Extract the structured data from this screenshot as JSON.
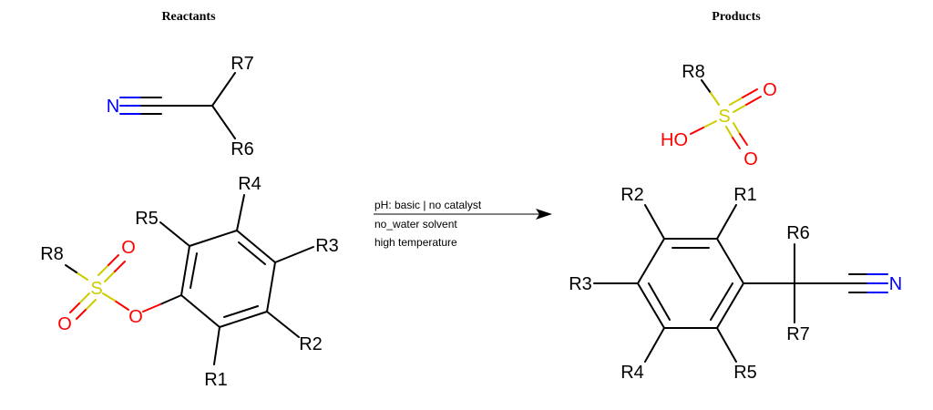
{
  "headers": {
    "reactants": "Reactants",
    "products": "Products"
  },
  "conditions": {
    "line1": "pH: basic | no catalyst",
    "line2": "no_water solvent",
    "line3": "high temperature"
  },
  "atoms": {
    "N": "N",
    "O": "O",
    "S": "S",
    "HO": "HO",
    "R1": "R1",
    "R2": "R2",
    "R3": "R3",
    "R4": "R4",
    "R5": "R5",
    "R6": "R6",
    "R7": "R7",
    "R8": "R8"
  },
  "colors": {
    "carbon": "#000000",
    "nitrogen": "#0000ff",
    "oxygen": "#ff0000",
    "sulfur": "#cccc00"
  }
}
